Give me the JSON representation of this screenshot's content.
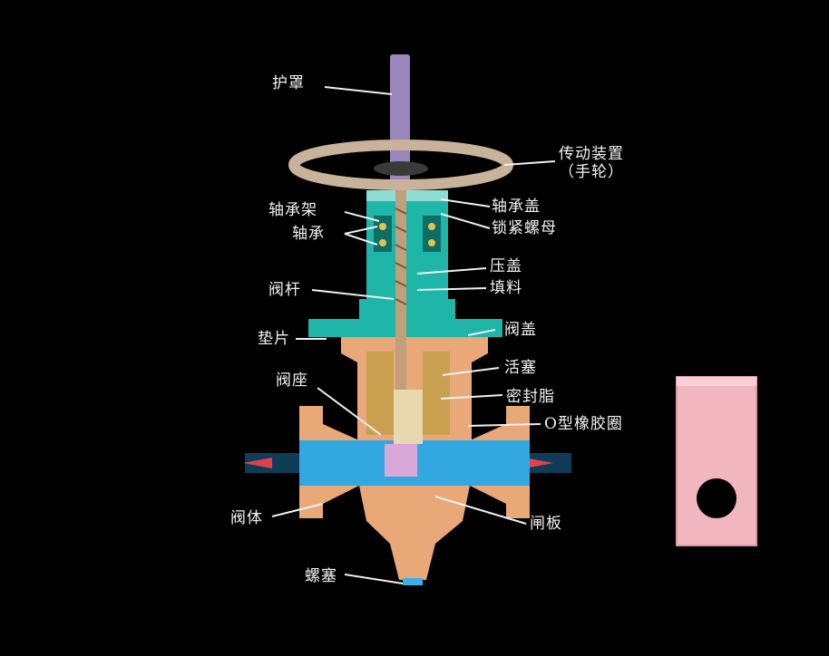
{
  "labels": {
    "hood": "护罩",
    "drive": "传动装置",
    "drive_sub": "（手轮）",
    "bearing_cover": "轴承盖",
    "lock_nut": "锁紧螺母",
    "bearing_frame": "轴承架",
    "bearing": "轴承",
    "gland": "压盖",
    "packing": "填料",
    "stem": "阀杆",
    "bonnet": "阀盖",
    "gasket": "垫片",
    "piston": "活塞",
    "seat": "阀座",
    "sealant": "密封脂",
    "o_ring": "O型橡胶圈",
    "body": "阀体",
    "gate": "闸板",
    "plug": "螺塞"
  },
  "colors": {
    "background": "#000000",
    "valve_body": "#e8a878",
    "bonnet_teal": "#1fb5a8",
    "stem_purple": "#9a86b8",
    "handwheel": "#c9b29a",
    "flow_blue": "#33a8e0",
    "sealant_gold": "#c9a050",
    "side_block": "#f2b6c0"
  }
}
